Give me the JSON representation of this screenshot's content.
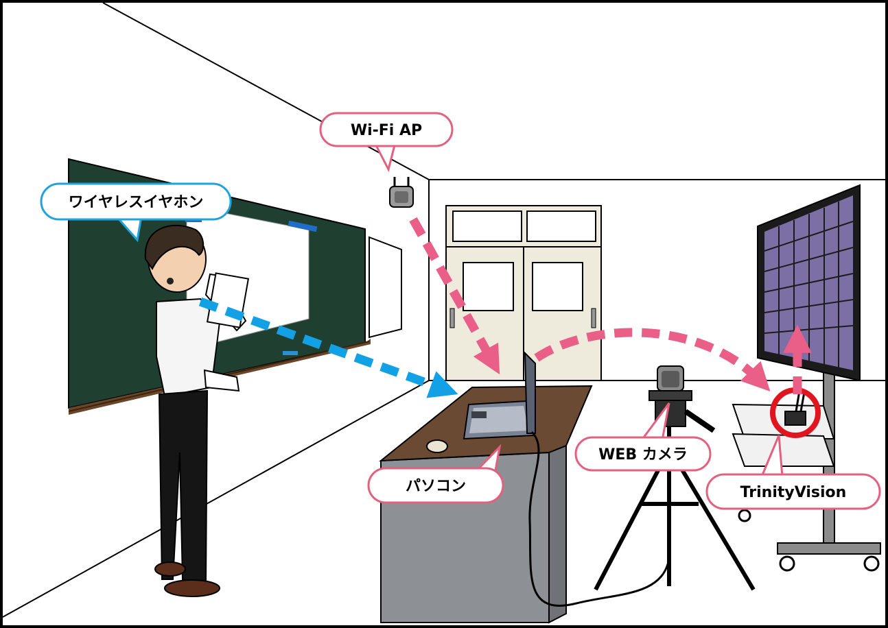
{
  "labels": {
    "wifi_ap": "Wi-Fi AP",
    "earphones": "ワイヤレスイヤホン",
    "pc": "パソコン",
    "webcam": "WEB カメラ",
    "trinity": "TrinityVision"
  },
  "colors": {
    "pink_callout": "#e4607f",
    "blue_callout": "#1ea3dd",
    "pink_arrow": "#ea5f87",
    "blue_arrow": "#13a1e6",
    "highlight_ring": "#e0151f",
    "chalkboard": "#1f4030"
  }
}
